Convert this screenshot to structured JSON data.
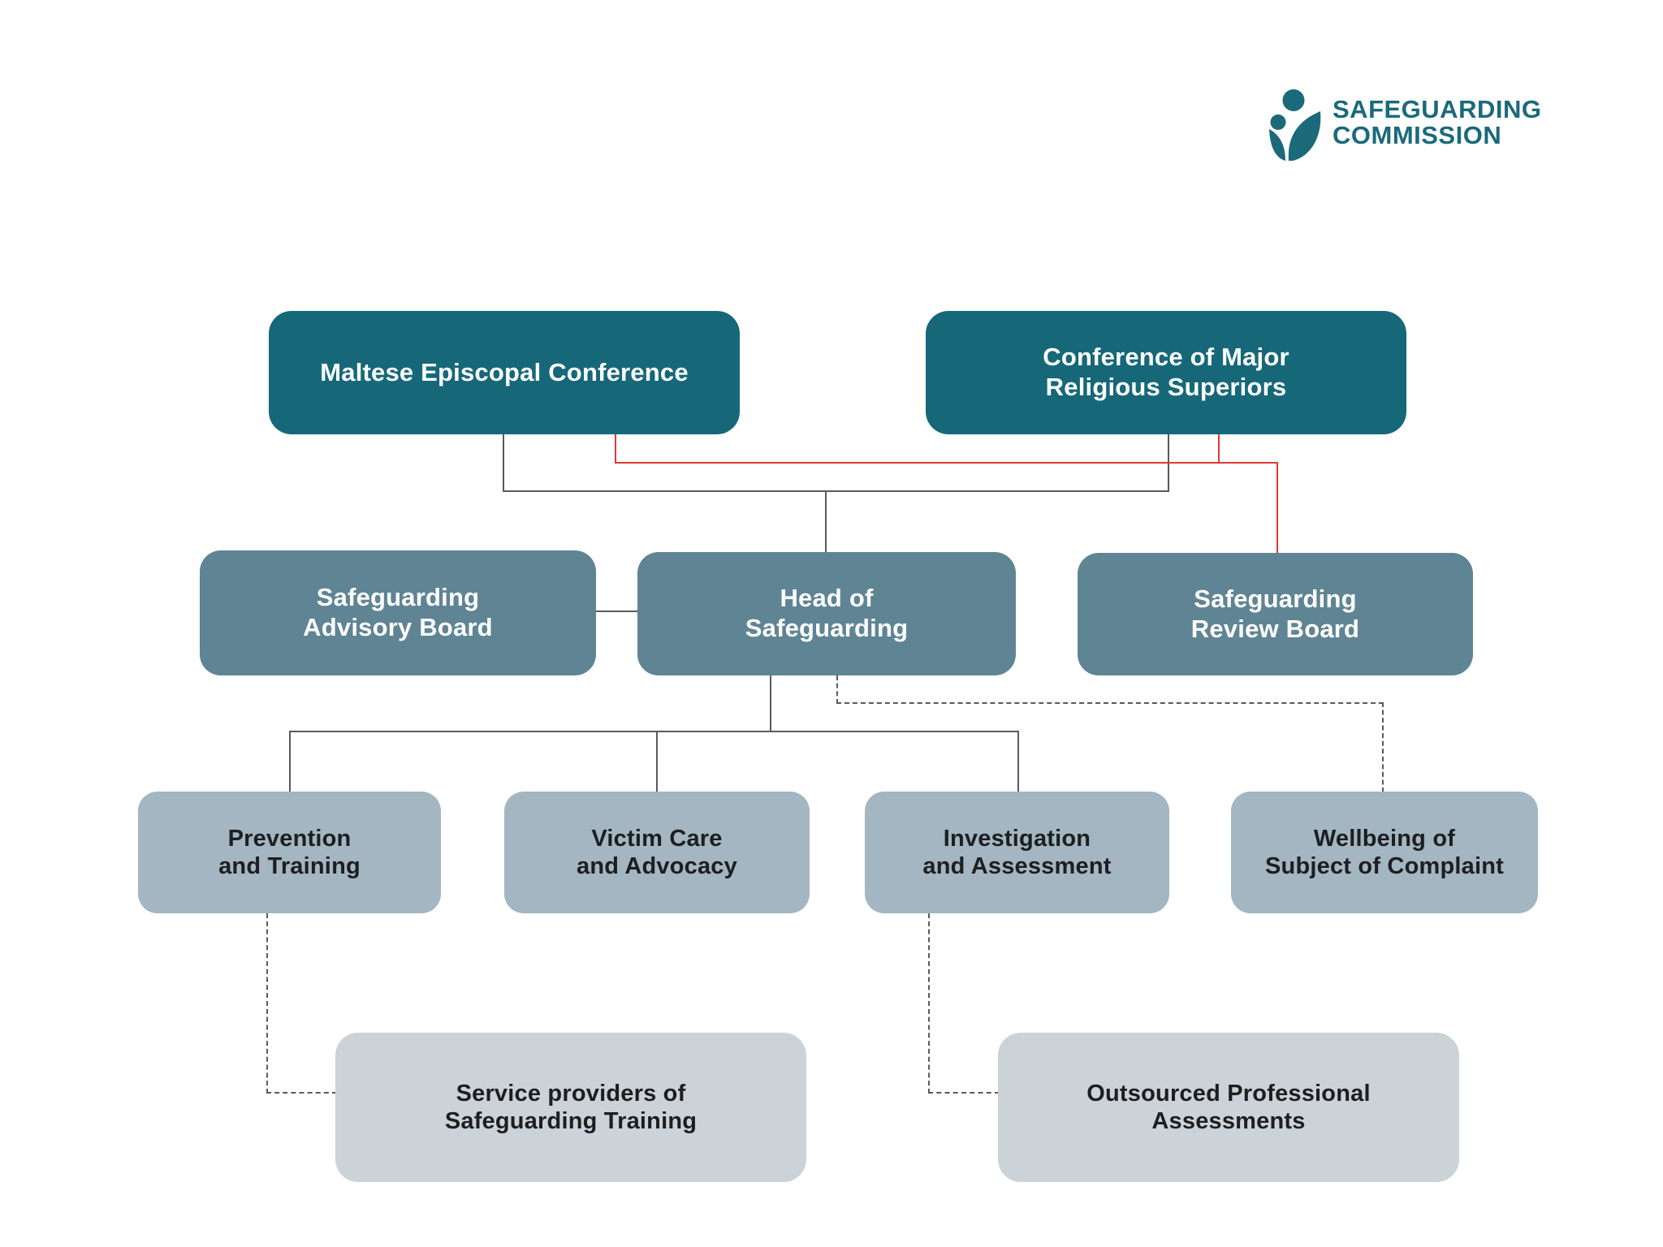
{
  "logo": {
    "line1": "SAFEGUARDING",
    "line2": "COMMISSION"
  },
  "colors": {
    "level1_bg": "#166879",
    "level2_bg": "#5f8594",
    "level3_bg": "#a3b6c2",
    "level4_bg": "#ccd3d8",
    "brand_teal": "#1a6a7a",
    "text_dark": "#1d1e20",
    "line_gray": "#5a5a5a",
    "line_red": "#da3b34"
  },
  "nodes": [
    {
      "id": "mec",
      "level": 1,
      "label": "Maltese Episcopal Conference"
    },
    {
      "id": "cmrs",
      "level": 1,
      "label": "Conference of Major\nReligious Superiors"
    },
    {
      "id": "sab",
      "level": 2,
      "label": "Safeguarding\nAdvisory Board"
    },
    {
      "id": "hos",
      "level": 2,
      "label": "Head of\nSafeguarding"
    },
    {
      "id": "srb",
      "level": 2,
      "label": "Safeguarding\nReview Board"
    },
    {
      "id": "pt",
      "level": 3,
      "label": "Prevention\nand Training"
    },
    {
      "id": "vca",
      "level": 3,
      "label": "Victim Care\nand Advocacy"
    },
    {
      "id": "ia",
      "level": 3,
      "label": "Investigation\nand Assessment"
    },
    {
      "id": "wsc",
      "level": 3,
      "label": "Wellbeing of\nSubject of Complaint"
    },
    {
      "id": "spst",
      "level": 4,
      "label": "Service providers of\nSafeguarding Training"
    },
    {
      "id": "opa",
      "level": 4,
      "label": "Outsourced Professional\nAssessments"
    }
  ],
  "connections": [
    {
      "from": "Maltese Episcopal Conference",
      "to": "Head of Safeguarding",
      "style": "solid-gray"
    },
    {
      "from": "Conference of Major Religious Superiors",
      "to": "Head of Safeguarding",
      "style": "solid-gray"
    },
    {
      "from": "Maltese Episcopal Conference",
      "to": "Safeguarding Review Board",
      "style": "solid-red"
    },
    {
      "from": "Conference of Major Religious Superiors",
      "to": "Safeguarding Review Board",
      "style": "solid-red"
    },
    {
      "from": "Safeguarding Advisory Board",
      "to": "Head of Safeguarding",
      "style": "solid-gray"
    },
    {
      "from": "Head of Safeguarding",
      "to": "Prevention and Training",
      "style": "solid-gray"
    },
    {
      "from": "Head of Safeguarding",
      "to": "Victim Care and Advocacy",
      "style": "solid-gray"
    },
    {
      "from": "Head of Safeguarding",
      "to": "Investigation and Assessment",
      "style": "solid-gray"
    },
    {
      "from": "Head of Safeguarding",
      "to": "Wellbeing of Subject of Complaint",
      "style": "dashed"
    },
    {
      "from": "Prevention and Training",
      "to": "Service providers of Safeguarding Training",
      "style": "dashed"
    },
    {
      "from": "Investigation and Assessment",
      "to": "Outsourced Professional Assessments",
      "style": "dashed"
    }
  ]
}
